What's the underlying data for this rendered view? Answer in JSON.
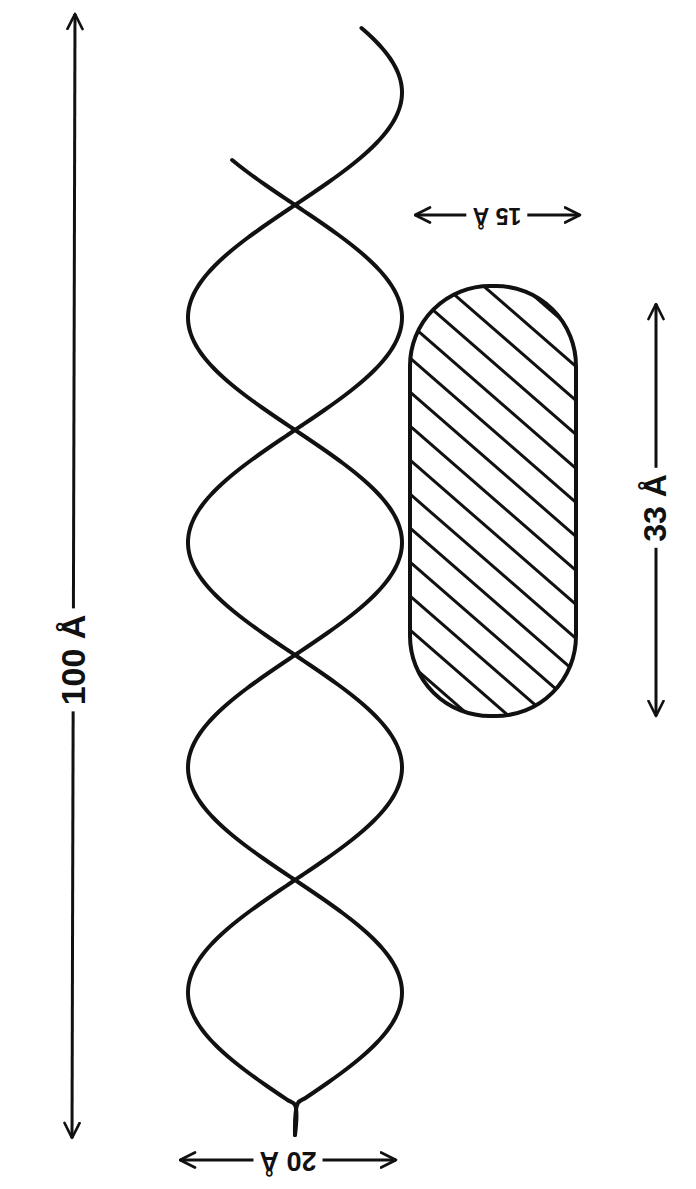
{
  "diagram": {
    "labels": [
      "100 Å",
      "20 Å",
      "15 Å",
      "33 Å"
    ]
  }
}
